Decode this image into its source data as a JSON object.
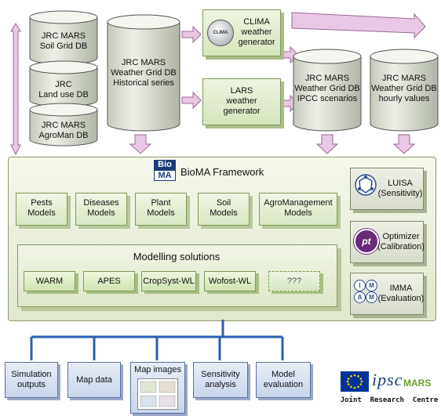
{
  "databases": {
    "soil": "JRC MARS\nSoil Grid DB",
    "landuse": "JRC\nLand use DB",
    "agroman": "JRC MARS\nAgroMan DB",
    "weather_hist": "JRC MARS\nWeather Grid DB\nHistorical series",
    "ipcc": "JRC MARS\nWeather Grid DB\nIPCC scenarios",
    "hourly": "JRC MARS\nWeather Grid DB\nhourly values"
  },
  "generators": {
    "clima_logo": "CLIMA",
    "clima": "CLIMA\nweather\ngenerator",
    "lars": "LARS\nweather\ngenerator"
  },
  "framework": {
    "logo_top": "Bio",
    "logo_bottom": "MA",
    "title": "BioMA Framework",
    "models": [
      "Pests\nModels",
      "Diseases\nModels",
      "Plant\nModels",
      "Soil\nModels",
      "AgroManagement\nModels"
    ],
    "solutions_title": "Modelling solutions",
    "solutions": [
      "WARM",
      "APES",
      "CropSyst-WL",
      "Wofost-WL",
      "???"
    ]
  },
  "side_tools": [
    {
      "label": "LUISA\n(Sensitivity)",
      "icon": "luisa-icon"
    },
    {
      "label": "Optimizer\n(Calibration)",
      "icon": "optimizer-icon",
      "icon_text": "pt"
    },
    {
      "label": "IMMA\n(Evaluation)",
      "icon": "imma-icon",
      "icon_text": [
        "I",
        "M",
        "A",
        "M"
      ]
    }
  ],
  "outputs": [
    "Simulation\noutputs",
    "Map data",
    "Map images",
    "Sensitivity\nanalysis",
    "Model\nevaluation"
  ],
  "footer": {
    "logo_text": "ipsc",
    "mars_text": "MARS",
    "caption": "Joint  Research  Centre"
  },
  "colors": {
    "arrow": "#e8c8e4",
    "arrow_stroke": "#9a6a96",
    "connector": "#2a5fb0",
    "eu_blue": "#003399",
    "mars_green": "#6aa02a"
  }
}
